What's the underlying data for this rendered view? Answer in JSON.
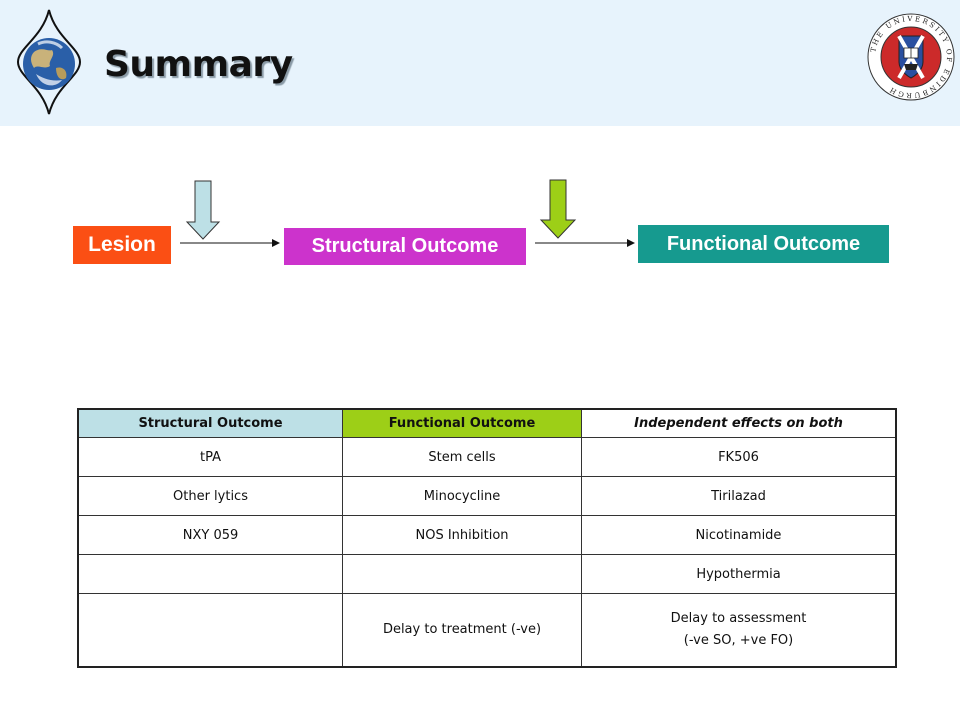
{
  "header": {
    "title": "Summary"
  },
  "seal": {
    "ring_text": "THE UNIVERSITY OF EDINBURGH"
  },
  "diagram": {
    "lesion": "Lesion",
    "structural": "Structural Outcome",
    "functional": "Functional Outcome"
  },
  "table": {
    "headers": [
      "Structural Outcome",
      "Functional Outcome",
      "Independent effects on both"
    ],
    "rows": [
      [
        "tPA",
        "Stem cells",
        "FK506"
      ],
      [
        "Other lytics",
        "Minocycline",
        "Tirilazad"
      ],
      [
        "NXY 059",
        "NOS Inhibition",
        "Nicotinamide"
      ],
      [
        "",
        "",
        "Hypothermia"
      ]
    ],
    "last_row": {
      "c1": "",
      "c2": "Delay to treatment (-ve)",
      "c3_line1": "Delay to assessment",
      "c3_line2": "(-ve SO, +ve FO)"
    }
  },
  "colors": {
    "header_bg": "#e7f3fc",
    "lesion": "#fb4f14",
    "structural": "#cc33cc",
    "functional": "#169a8f",
    "header_structural": "#bde0e6",
    "header_functional": "#9dcf17"
  }
}
